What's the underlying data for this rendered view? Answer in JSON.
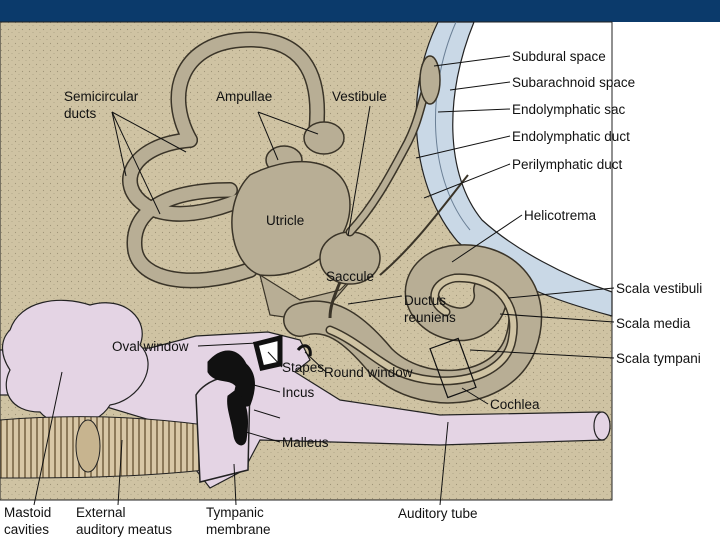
{
  "labels": {
    "semicircular": [
      "Semicircular",
      "ducts"
    ],
    "ampullae": "Ampullae",
    "vestibule": "Vestibule",
    "subdural": "Subdural space",
    "subarachnoid": "Subarachnoid space",
    "endo_sac": "Endolymphatic sac",
    "endo_duct": "Endolymphatic duct",
    "perilymphatic": "Perilymphatic duct",
    "helicotrema": "Helicotrema",
    "utricle": "Utricle",
    "saccule": "Saccule",
    "ductus_reuniens": [
      "Ductus",
      "reuniens"
    ],
    "scala_vestibuli": "Scala vestibuli",
    "scala_media": "Scala media",
    "scala_tympani": "Scala tympani",
    "oval_window": "Oval window",
    "round_window": "Round window",
    "stapes": "Stapes",
    "incus": "Incus",
    "malleus": "Malleus",
    "cochlea": "Cochlea",
    "mastoid": [
      "Mastoid",
      "cavities"
    ],
    "external_meatus": [
      "External",
      "auditory meatus"
    ],
    "tympanic": [
      "Tympanic",
      "membrane"
    ],
    "auditory_tube": "Auditory tube"
  },
  "colors": {
    "header_bar": "#0b3a6b",
    "bone": "#cfc3a3",
    "labyrinth": "#b8ae95",
    "middle_ear": "#e4d4e4",
    "meninges": "#c9d8e6",
    "ossicles": "#111111"
  }
}
